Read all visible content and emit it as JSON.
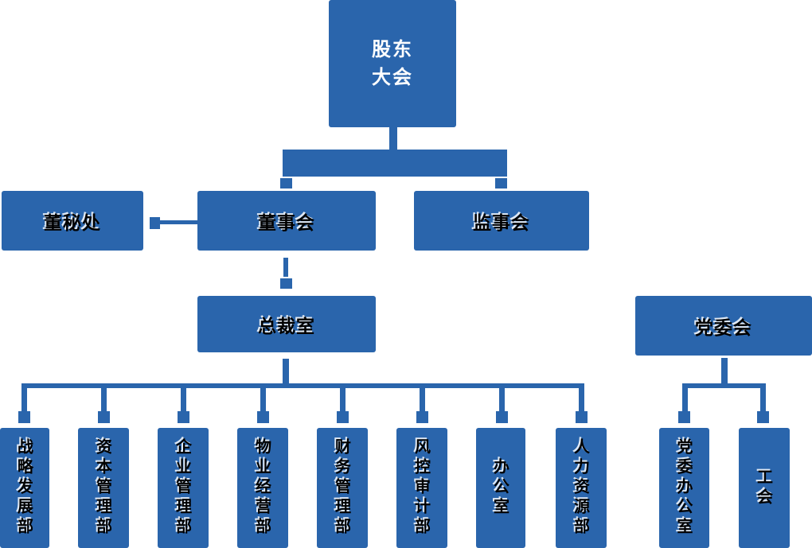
{
  "colors": {
    "box_blue": "#2A65AC",
    "top_label_text": "#FFFFFF",
    "glitch_text": "#000000",
    "background": "#FFFFFF"
  },
  "org_chart": {
    "shareholders_meeting": {
      "label": "股东大会"
    },
    "board_secretary_office": {
      "label": "董秘处"
    },
    "board_of_directors": {
      "label": "董事会"
    },
    "supervisory_board": {
      "label": "监事会"
    },
    "president_office": {
      "label": "总裁室"
    },
    "party_committee": {
      "label": "党委会"
    },
    "president_departments": [
      {
        "label": "战略发展部"
      },
      {
        "label": "资本管理部"
      },
      {
        "label": "企业管理部"
      },
      {
        "label": "物业经营部"
      },
      {
        "label": "财务管理部"
      },
      {
        "label": "风控审计部"
      },
      {
        "label": "办公室"
      },
      {
        "label": "人力资源部"
      }
    ],
    "party_departments": [
      {
        "label": "党委办公室"
      },
      {
        "label": "工会"
      }
    ]
  }
}
